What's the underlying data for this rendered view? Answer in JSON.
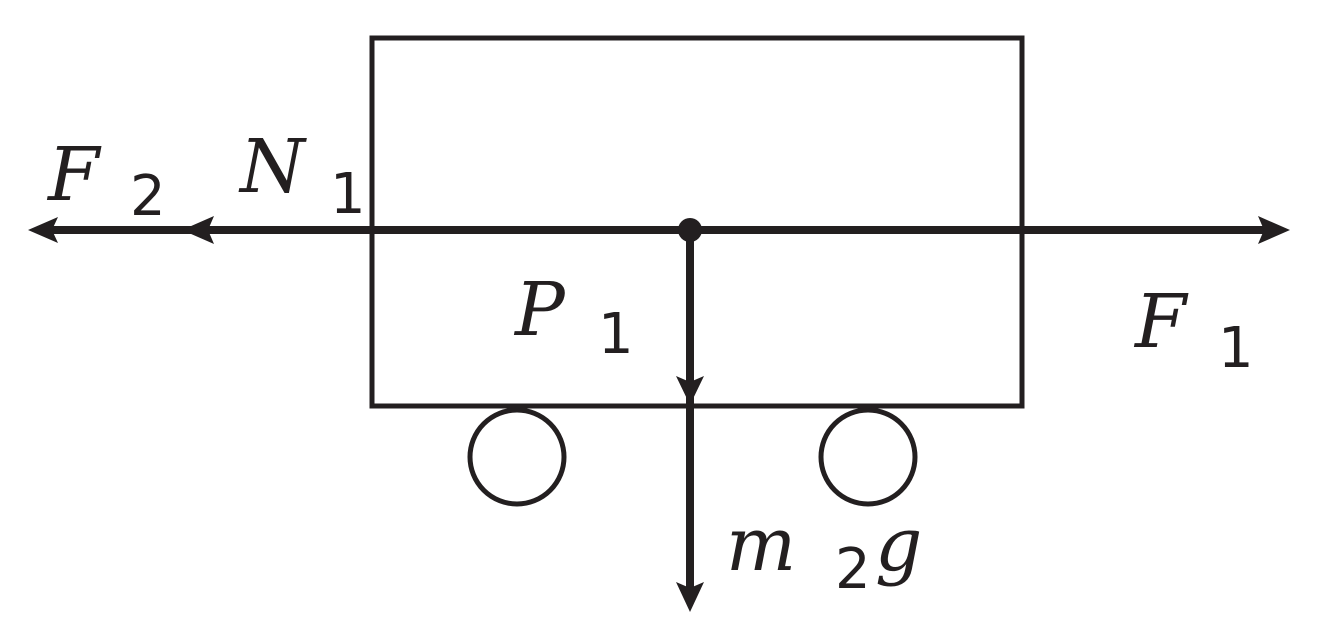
{
  "labels": {
    "f2": {
      "symbol": "F",
      "subscript": "2"
    },
    "n1": {
      "symbol": "N",
      "subscript": "1"
    },
    "p1": {
      "symbol": "P",
      "subscript": "1"
    },
    "f1": {
      "symbol": "F",
      "subscript": "1"
    },
    "m2g": {
      "symbol": "m",
      "subscript": "2",
      "suffix": "g"
    }
  },
  "colors": {
    "ink": "#231f20",
    "background": "#ffffff"
  }
}
